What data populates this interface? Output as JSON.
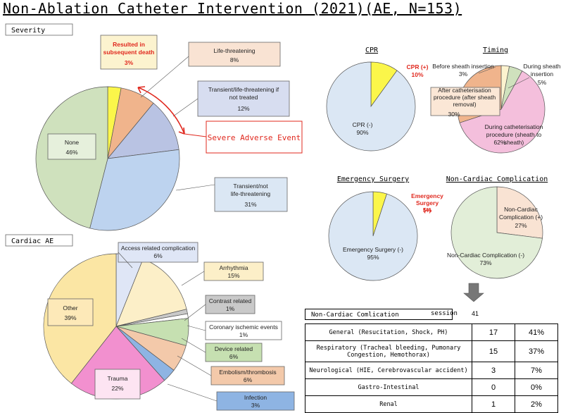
{
  "title": "Non-Ablation Catheter Intervention (2021)(AE, N=153)",
  "severity_label": "Severity",
  "cardiac_label": "Cardiac AE",
  "severe_event_label": "Severe Adverse Event",
  "colors": {
    "yellow": "#fbf64a",
    "orange": "#f0b48c",
    "lavender": "#b9c3e3",
    "blue": "#bdd3ef",
    "green": "#cfe1bd",
    "light_blue": "#dbe7f4",
    "pink": "#f4bfdc",
    "cream": "#fbe6a4",
    "cream_light": "#fcf3cf",
    "gray": "#c9c9c9",
    "white": "#ffffff",
    "trauma": "#f290cf",
    "infection": "#8eb4e3",
    "access": "#c9d4ef",
    "device": "#c6e0b1",
    "embolism": "#f3c9aa",
    "red": "#e0281e"
  },
  "chart_data": [
    {
      "id": "severity",
      "type": "pie",
      "title": "Severity",
      "slices": [
        {
          "label": "Resulted in subsequent death",
          "pct": "3%",
          "value": 3,
          "color": "#fbf64a"
        },
        {
          "label": "Life-threatening",
          "pct": "8%",
          "value": 8,
          "color": "#f0b48c"
        },
        {
          "label": "Transient/life-threatening if not treated",
          "pct": "12%",
          "value": 12,
          "color": "#b9c3e3"
        },
        {
          "label": "Transient/not life-threatening",
          "pct": "31%",
          "value": 31,
          "color": "#bdd3ef"
        },
        {
          "label": "None",
          "pct": "46%",
          "value": 46,
          "color": "#cfe1bd"
        }
      ]
    },
    {
      "id": "cprpie",
      "type": "pie",
      "title": "CPR",
      "slices": [
        {
          "label": "CPR (+)",
          "pct": "10%",
          "value": 10,
          "color": "#fbf64a"
        },
        {
          "label": "CPR (-)",
          "pct": "90%",
          "value": 90,
          "color": "#dbe7f4"
        }
      ]
    },
    {
      "id": "timing",
      "type": "pie",
      "title": "Timing",
      "slices": [
        {
          "label": "Before sheath insertion",
          "pct": "3%",
          "value": 3,
          "color": "#fcf3cf"
        },
        {
          "label": "During sheath insertion",
          "pct": "5%",
          "value": 5,
          "color": "#cfe1bd"
        },
        {
          "label": "During catheterisation procedure (sheath to sheath)",
          "pct": "62%",
          "value": 62,
          "color": "#f4bfdc"
        },
        {
          "label": "After catheterisation procedure (after sheath removal)",
          "pct": "30%",
          "value": 30,
          "color": "#f0b48c"
        }
      ]
    },
    {
      "id": "emerg",
      "type": "pie",
      "title": "Emergency Surgery",
      "slices": [
        {
          "label": "Emergency Surgery (+)",
          "pct": "5%",
          "value": 5,
          "color": "#fbf64a"
        },
        {
          "label": "Emergency Surgery (-)",
          "pct": "95%",
          "value": 95,
          "color": "#dbe7f4"
        }
      ]
    },
    {
      "id": "noncard",
      "type": "pie",
      "title": "Non-Cardiac Complication",
      "slices": [
        {
          "label": "Non-Cardiac Complication (+)",
          "pct": "27%",
          "value": 27,
          "color": "#f9e3d3"
        },
        {
          "label": "Non-Cardiac Complication (-)",
          "pct": "73%",
          "value": 73,
          "color": "#e2eed8"
        }
      ]
    },
    {
      "id": "cardiac",
      "type": "pie",
      "title": "Cardiac AE",
      "slices": [
        {
          "label": "Access related complication",
          "pct": "6%",
          "value": 6,
          "color": "#dfe6f6"
        },
        {
          "label": "Arrhythmia",
          "pct": "15%",
          "value": 15,
          "color": "#fcefc8"
        },
        {
          "label": "Contrast related",
          "pct": "1%",
          "value": 1,
          "color": "#c9c9c9"
        },
        {
          "label": "Coronary ischemic events",
          "pct": "1%",
          "value": 1,
          "color": "#ffffff"
        },
        {
          "label": "Device related",
          "pct": "6%",
          "value": 6,
          "color": "#c6e0b1"
        },
        {
          "label": "Embolism/thrombosis",
          "pct": "6%",
          "value": 6,
          "color": "#f3c9aa"
        },
        {
          "label": "Infection",
          "pct": "3%",
          "value": 3,
          "color": "#8eb4e3"
        },
        {
          "label": "Trauma",
          "pct": "22%",
          "value": 22,
          "color": "#f290cf"
        },
        {
          "label": "Other",
          "pct": "39%",
          "value": 39,
          "color": "#fbe6a4"
        }
      ]
    }
  ],
  "table": {
    "header": "Non-Cardiac Comlication",
    "session_label": "session",
    "session_count": "41",
    "rows": [
      {
        "category": "General (Resucitation, Shock, PH)",
        "count": "17",
        "pct": "41%"
      },
      {
        "category": "Respiratory (Tracheal bleeding, Pumonary Congestion, Hemothorax)",
        "count": "15",
        "pct": "37%"
      },
      {
        "category": "Neurological (HIE, Cerebrovascular accident)",
        "count": "3",
        "pct": "7%"
      },
      {
        "category": "Gastro-Intestinal",
        "count": "0",
        "pct": "0%"
      },
      {
        "category": "Renal",
        "count": "1",
        "pct": "2%"
      }
    ]
  }
}
